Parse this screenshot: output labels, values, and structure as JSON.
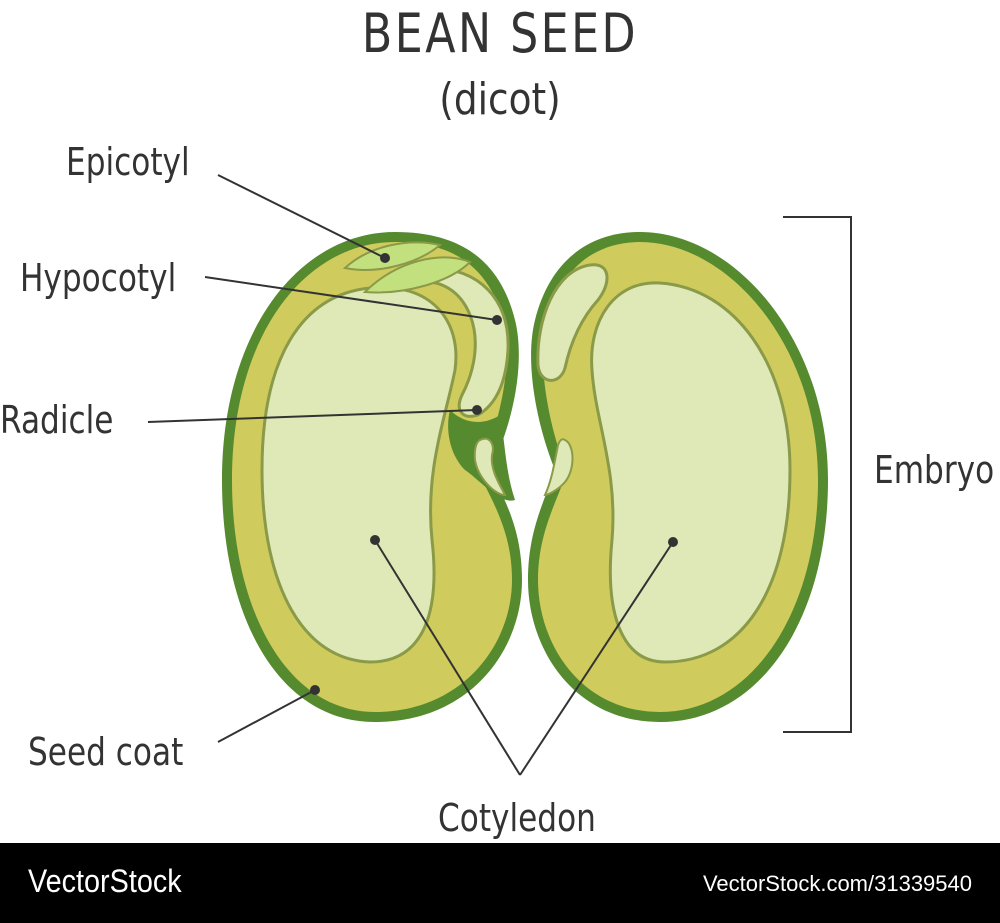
{
  "title": "BEAN SEED",
  "subtitle": "(dicot)",
  "labels": {
    "epicotyl": "Epicotyl",
    "hypocotyl": "Hypocotyl",
    "radicle": "Radicle",
    "seed_coat": "Seed coat",
    "cotyledon": "Cotyledon",
    "embryo": "Embryo"
  },
  "colors": {
    "seed_coat": "#568a2f",
    "endosperm": "#cfcb5c",
    "cotyledon": "#dfe9b7",
    "leaf": "#c3e07f",
    "outline": "#8a9a48",
    "text": "#333333"
  },
  "footer": {
    "brand": "VectorStock",
    "url": "VectorStock.com/31339540"
  }
}
